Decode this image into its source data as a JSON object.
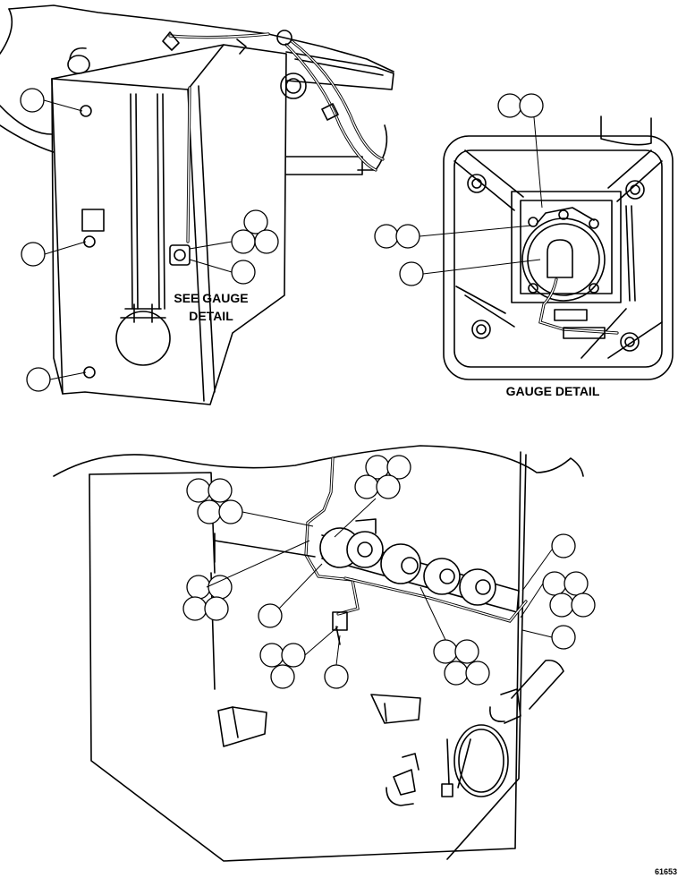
{
  "labels": {
    "see_gauge": "SEE GAUGE",
    "detail": "DETAIL",
    "gauge_detail": "GAUGE DETAIL",
    "figure_number": "61653"
  },
  "colors": {
    "line": "#000000",
    "background": "#ffffff"
  }
}
